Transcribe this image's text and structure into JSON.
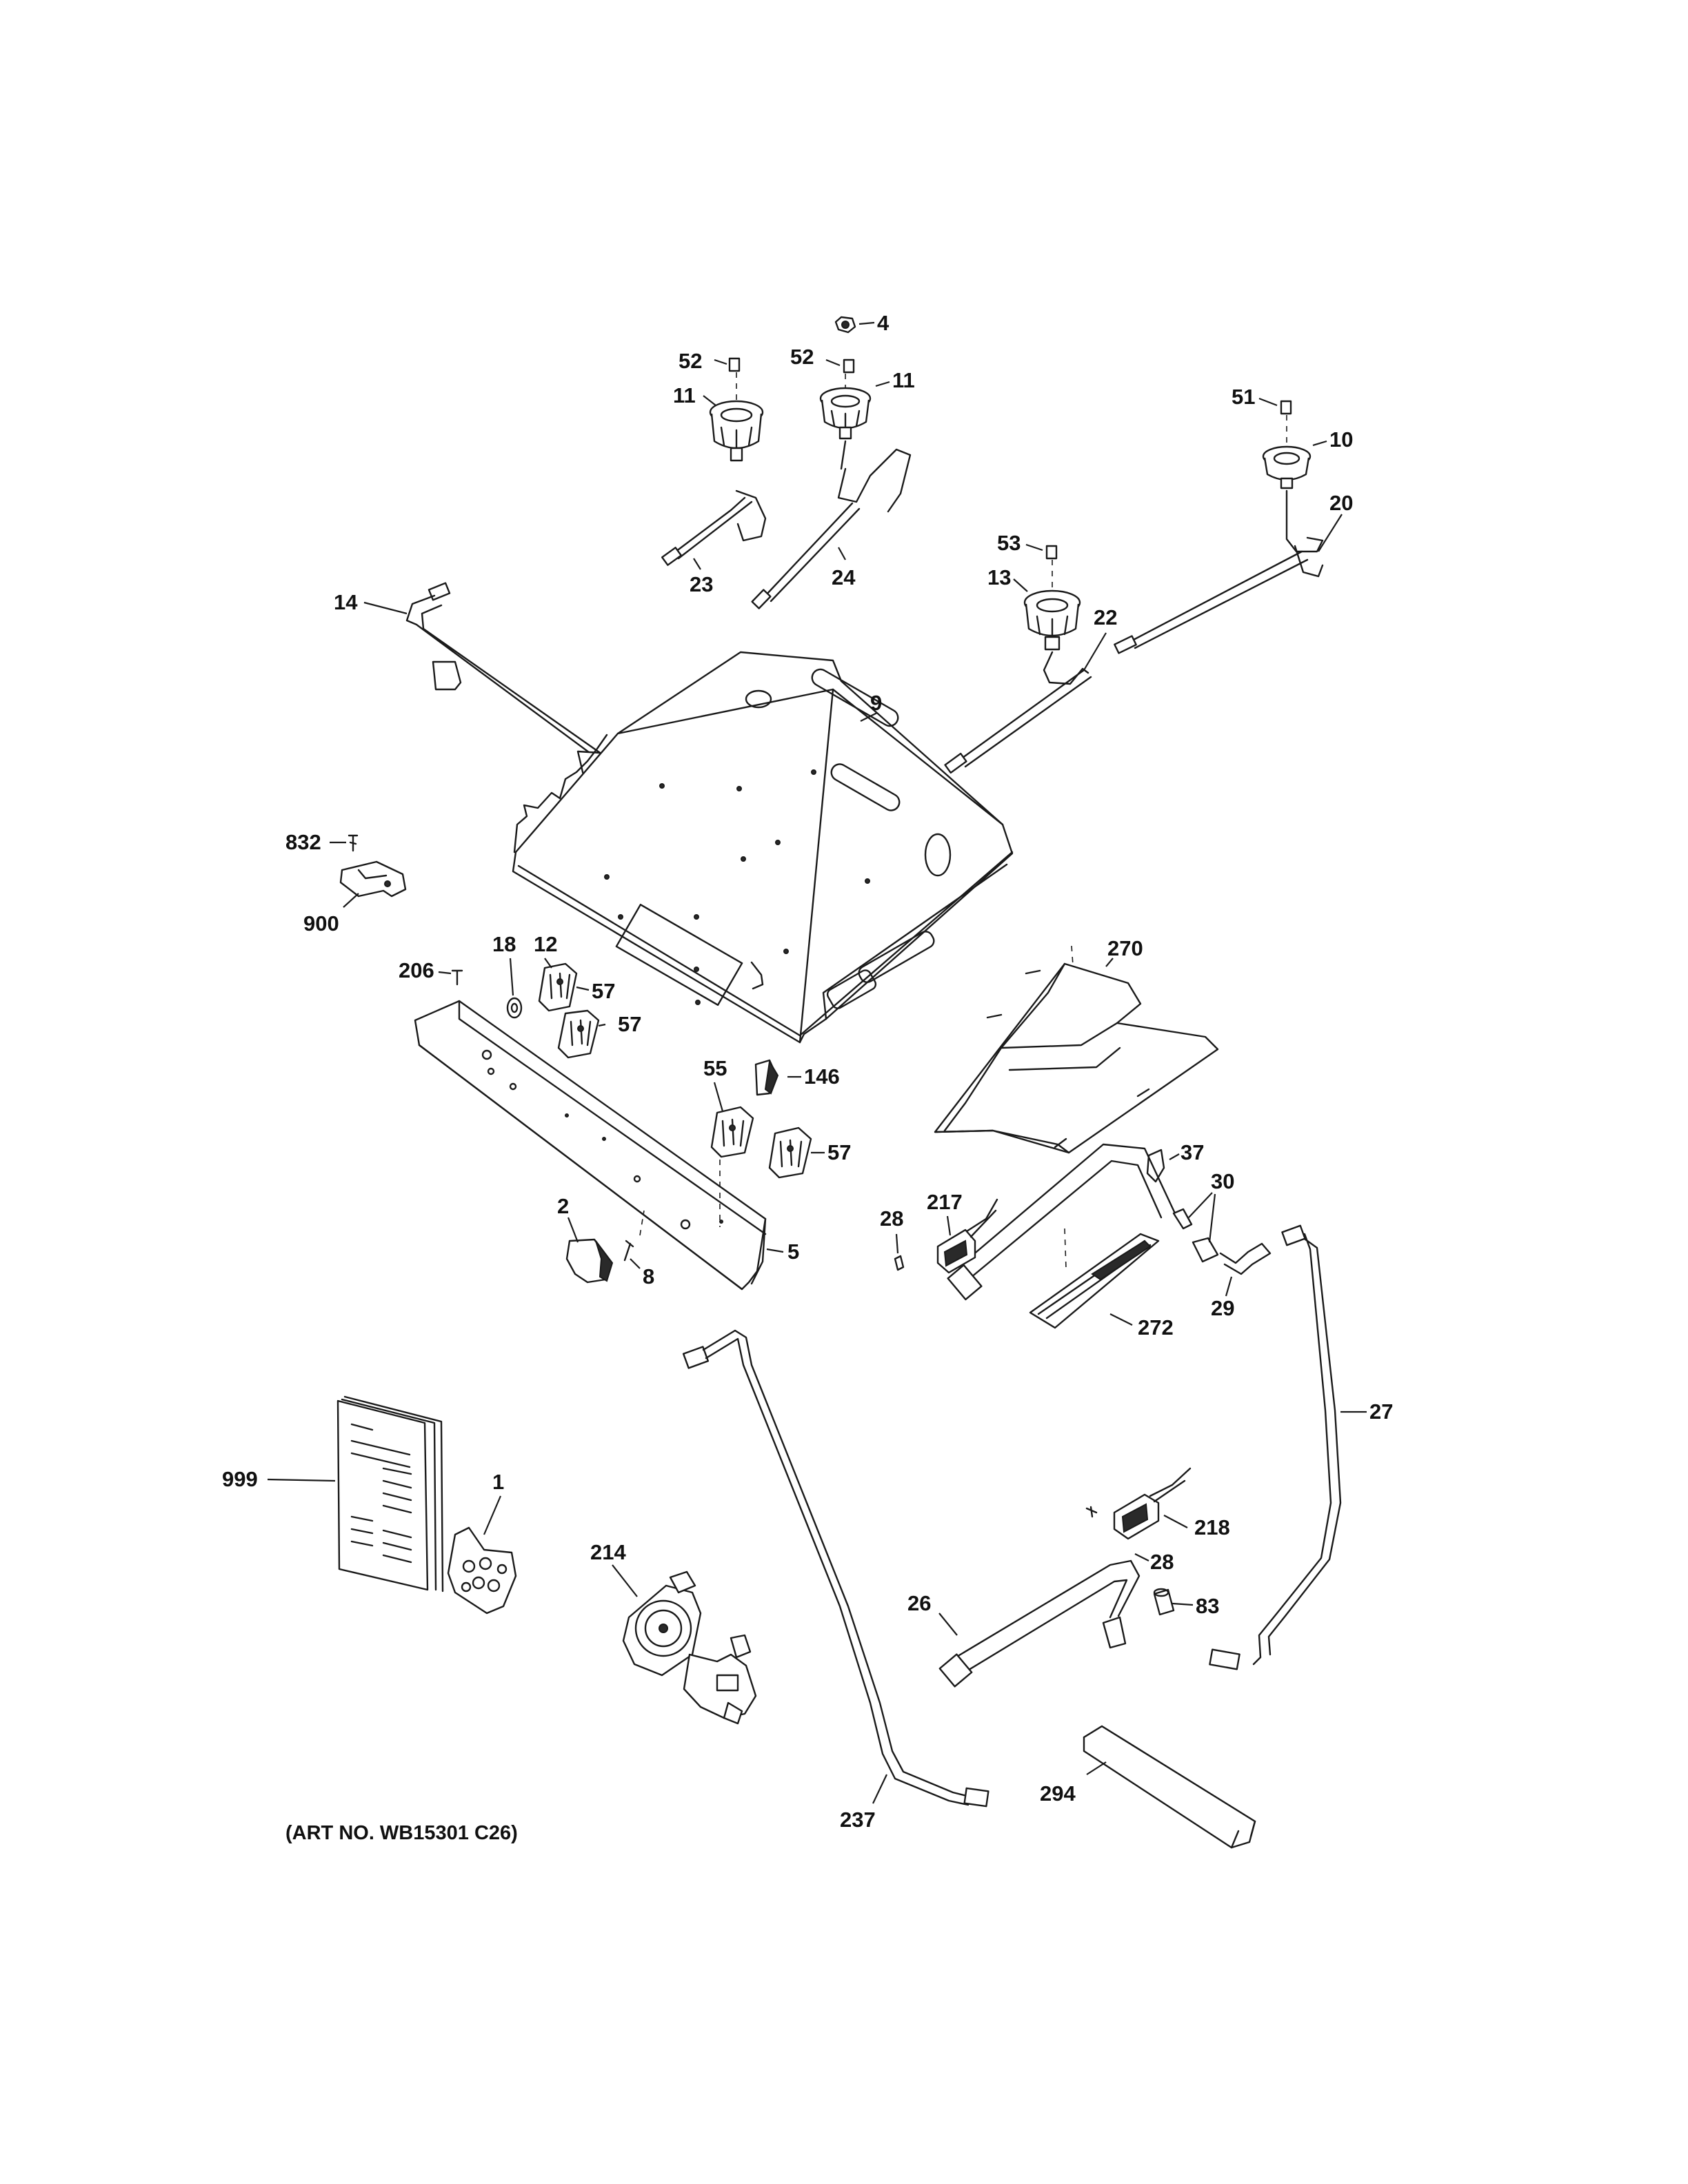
{
  "art_number": "(ART NO. WB15301 C26)",
  "callouts": {
    "c4": "4",
    "c52a": "52",
    "c52b": "52",
    "c11a": "11",
    "c11b": "11",
    "c51": "51",
    "c10": "10",
    "c20": "20",
    "c53": "53",
    "c13": "13",
    "c22": "22",
    "c23": "23",
    "c24": "24",
    "c14": "14",
    "c9": "9",
    "c832": "832",
    "c900": "900",
    "c206": "206",
    "c18": "18",
    "c12": "12",
    "c57a": "57",
    "c57b": "57",
    "c57c": "57",
    "c55": "55",
    "c146": "146",
    "c270": "270",
    "c37": "37",
    "c30": "30",
    "c217": "217",
    "c28a": "28",
    "c29": "29",
    "c272": "272",
    "c2": "2",
    "c8": "8",
    "c5": "5",
    "c27": "27",
    "c999": "999",
    "c1": "1",
    "c214": "214",
    "c218": "218",
    "c28b": "28",
    "c26": "26",
    "c83": "83",
    "c237": "237",
    "c294": "294"
  }
}
